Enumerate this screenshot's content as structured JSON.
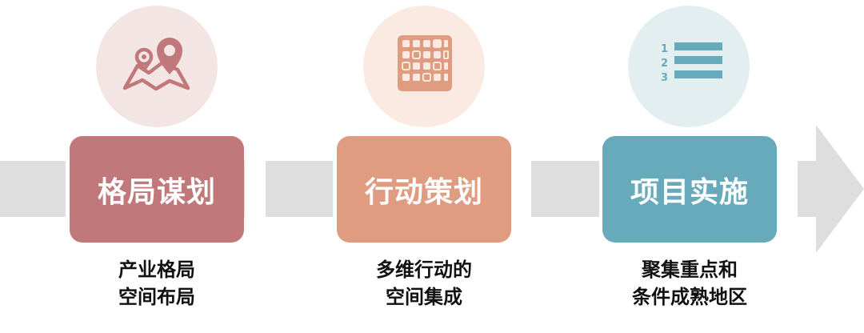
{
  "colors": {
    "arrow": "#dedede",
    "step1": "#c0787a",
    "step2": "#e09c80",
    "step3": "#67aabb",
    "circle1": "#f3e5e3",
    "circle2": "#fbeae2",
    "circle3": "#e3eef0"
  },
  "steps": [
    {
      "icon": "map-pin-icon",
      "label": "格局谋划",
      "caption": [
        "产业格局",
        "空间布局"
      ]
    },
    {
      "icon": "grid-icon",
      "label": "行动策划",
      "caption": [
        "多维行动的",
        "空间集成"
      ]
    },
    {
      "icon": "numbered-list-icon",
      "label": "项目实施",
      "caption": [
        "聚集重点和",
        "条件成熟地区"
      ],
      "icon_numbers": [
        "1",
        "2",
        "3"
      ]
    }
  ]
}
